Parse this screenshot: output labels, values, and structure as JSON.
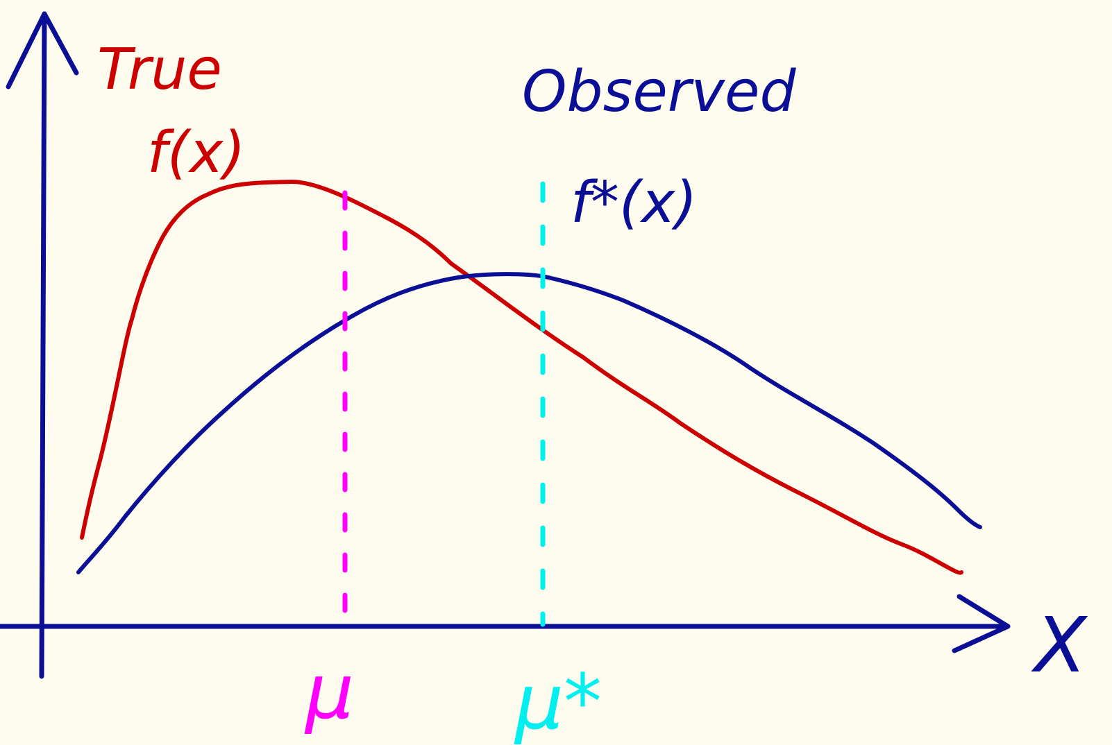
{
  "labels": {
    "true_label": "True",
    "true_func": "f(x)",
    "observed_label": "Observed",
    "observed_func": "f*(x)",
    "x_axis": "X",
    "mu": "μ",
    "mu_star": "μ*"
  },
  "colors": {
    "background": "#fdfcee",
    "axis": "#0a0f96",
    "true_curve": "#cc0000",
    "observed_curve": "#0a0f96",
    "mu_line": "#ff00ff",
    "mu_star_line": "#00f0f0"
  }
}
